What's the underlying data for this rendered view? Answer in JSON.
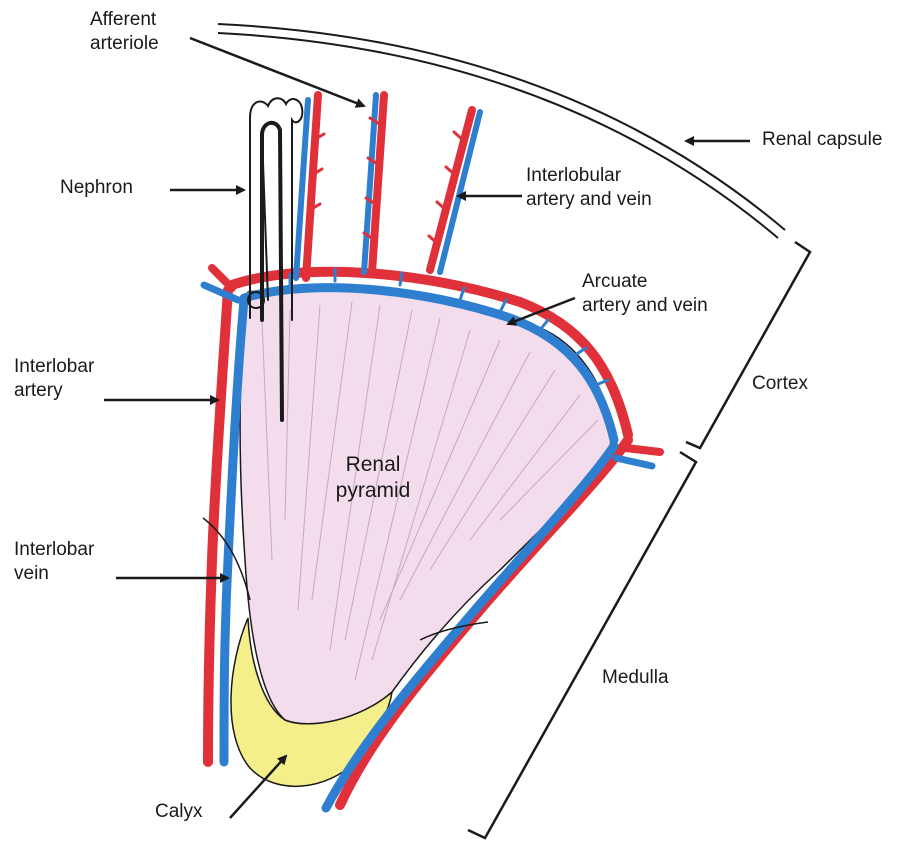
{
  "diagram": {
    "labels": {
      "afferent_line1": "Afferent",
      "afferent_line2": "arteriole",
      "renal_capsule": "Renal capsule",
      "nephron": "Nephron",
      "interlobular_line1": "Interlobular",
      "interlobular_line2": "artery and vein",
      "arcuate_line1": "Arcuate",
      "arcuate_line2": "artery and vein",
      "interlobar_artery_line1": "Interlobar",
      "interlobar_artery_line2": "artery",
      "cortex": "Cortex",
      "renal_pyramid_line1": "Renal",
      "renal_pyramid_line2": "pyramid",
      "interlobar_vein_line1": "Interlobar",
      "interlobar_vein_line2": "vein",
      "medulla": "Medulla",
      "calyx": "Calyx"
    },
    "colors": {
      "artery": "#e0303a",
      "vein": "#2f7fd0",
      "pyramid_fill": "#f3dcec",
      "calyx_fill": "#f4ef8a",
      "outline": "#1a1a1a"
    }
  }
}
